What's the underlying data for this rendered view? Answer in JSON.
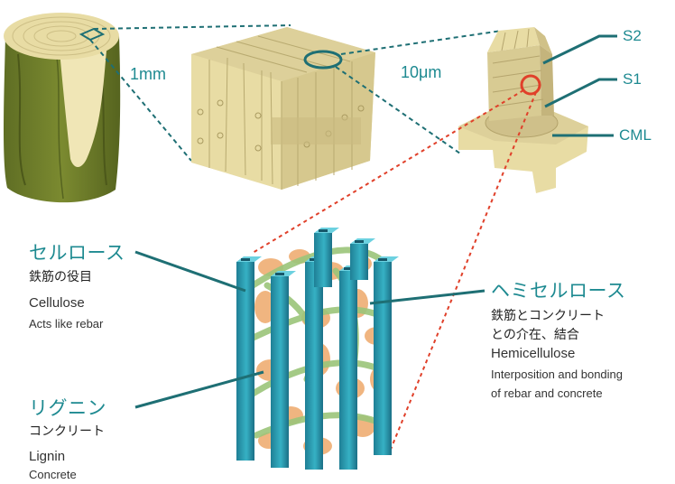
{
  "scales": {
    "s1": "1mm",
    "s2": "10μm"
  },
  "cell_wall_layers": {
    "s2": "S2",
    "s1": "S1",
    "cml": "CML"
  },
  "cellulose": {
    "jp_name": "セルロース",
    "jp_role": "鉄筋の役目",
    "en_name": "Cellulose",
    "en_role": "Acts like rebar"
  },
  "hemicellulose": {
    "jp_name": "ヘミセルロース",
    "jp_role_1": "鉄筋とコンクリート",
    "jp_role_2": "との介在、結合",
    "en_name": "Hemicellulose",
    "en_role_1": "Interposition and bonding",
    "en_role_2": "of rebar and concrete"
  },
  "lignin": {
    "jp_name": "リグニン",
    "jp_role": "コンクリート",
    "en_name": "Lignin",
    "en_role": "Concrete"
  },
  "colors": {
    "accent": "#1e8a91",
    "callout_red": "#e0402a",
    "bark": "#6b7a2a",
    "wood": "#e7dba7",
    "fiber_blue": "#2a9fb5",
    "lignin_orange": "#f0b27a",
    "hemi_green": "#9bc57a"
  }
}
